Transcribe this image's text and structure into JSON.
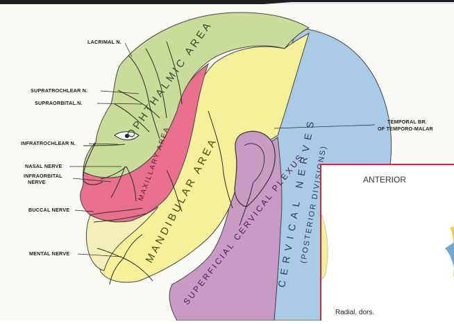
{
  "labels": {
    "lacrimal": "LACRIMAL N.",
    "supratrochlear": "SUPRATROCHLEAR N.",
    "supraorbital": "SUPRAORBITAL.N.",
    "infratrochlear": "INFRATROCHLEAR N.",
    "nasal": "NASAL NERVE",
    "infraorbital_1": "INFRAORBITAL",
    "infraorbital_2": "NERVE",
    "buccal": "BUCCAL NERVE",
    "mental": "MENTAL NERVE",
    "temporal_1": "TEMPORAL BR.",
    "temporal_2": "OF TEMPORO-MALAR"
  },
  "areas": {
    "ophthalmic_area": "OPHTHALMIC AREA",
    "maxillary_area": "MAXILLARY AREA",
    "mandibular_area": "MANDIBULAR AREA",
    "cervical_nerves": "CERVICAL NERVES",
    "posterior_divisions": "(POSTERIOR DIVISIONS)",
    "superficial_cervical_plexus": "SUPERFICIAL CERVICAL PLEXUS"
  },
  "inset": {
    "title": "ANTERIOR",
    "footer": "Radial, dors."
  },
  "colors": {
    "ophthalmic": "#c9dc9a",
    "maxillary": "#e9708f",
    "mandibular": "#f4f19a",
    "cervical": "#a9cbe8",
    "plexus": "#c99ac4",
    "nerve": "#2a2a2a",
    "frame_border": "#d8262c"
  }
}
